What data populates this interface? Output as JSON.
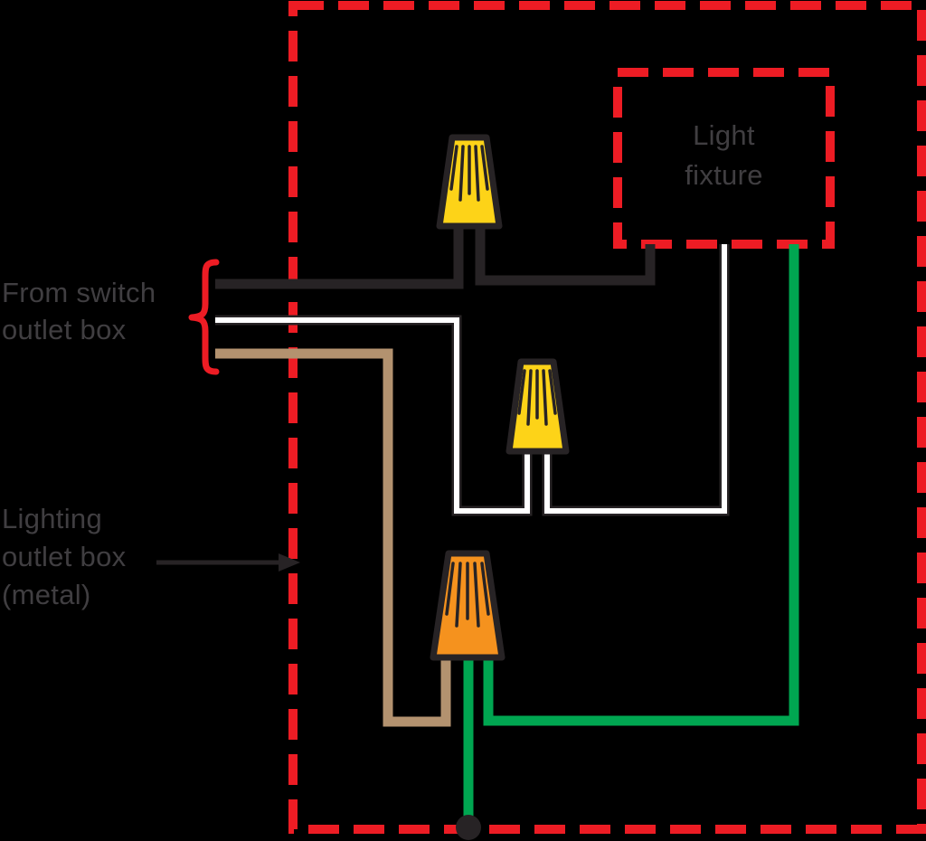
{
  "diagram": {
    "labels": {
      "light_fixture": [
        "Light",
        "fixture"
      ],
      "from_switch": [
        "From switch",
        "outlet box"
      ],
      "lighting_outlet": [
        "Lighting",
        "outlet box",
        "(metal)"
      ]
    },
    "colors": {
      "bg": "#000000",
      "dashed_red": "#ed1c24",
      "wire_black": "#272325",
      "wire_white": "#ffffff",
      "wire_green": "#00a651",
      "wire_tan": "#b3926f",
      "connector_yellow": "#fdd318",
      "connector_orange": "#f5921e",
      "text": "#403e41"
    }
  }
}
